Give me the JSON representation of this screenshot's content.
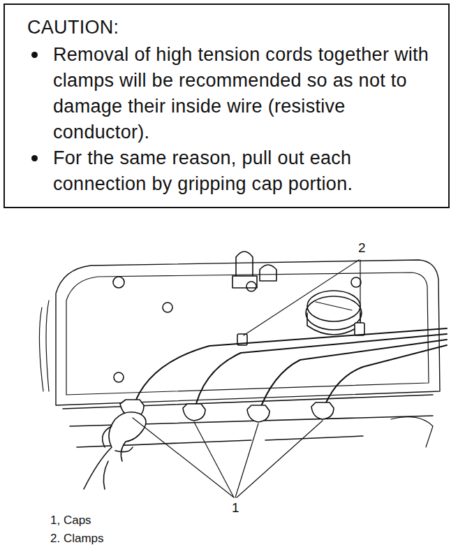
{
  "diagram": {
    "nodes": [
      {
        "text": [
          "CAUTION:",
          "Removal of high tension cords together with clamps will be recommended so as not to damage their inside wire (resistive conductor).",
          "For the same reason, pull out each connection by gripping cap portion."
        ]
      }
    ],
    "labels": [
      "2",
      "1",
      "1, Caps",
      "2. Clamps"
    ]
  }
}
